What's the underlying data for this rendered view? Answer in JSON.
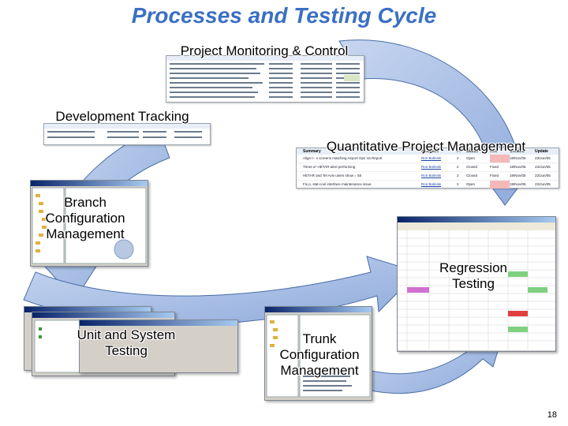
{
  "title": "Processes and Testing Cycle",
  "labels": {
    "project_monitoring": "Project Monitoring & Control",
    "development_tracking": "Development Tracking",
    "quantitative_pm": "Quantitative Project Management",
    "branch_cm_1": "Branch",
    "branch_cm_2": "Configuration",
    "branch_cm_3": "Management",
    "regression_1": "Regression",
    "regression_2": "Testing",
    "unit_system_1": "Unit and System",
    "unit_system_2": "Testing",
    "trunk_cm_1": "Trunk",
    "trunk_cm_2": "Configuration",
    "trunk_cm_3": "Management"
  },
  "qpm_table": {
    "headers": [
      "Summary",
      "Assignee",
      "Pr",
      "Status",
      "Res",
      "Created",
      "Update"
    ],
    "rows": [
      [
        "Align t-- s screens matching Airport Ops Va Report",
        "Ron Bolinski",
        "2",
        "Open",
        "",
        "18/Nov/05",
        "23/Jun/05"
      ],
      [
        "Three a* HETAR-alert performing",
        "Ron Bolinski",
        "2",
        "Closed",
        "Fixed",
        "18/Nov/05",
        "23/Jun/05"
      ],
      [
        "HETAR and Tel Aviv users show = 55",
        "Ron Bolinski",
        "2",
        "Closed",
        "Fixed",
        "18/Nov/05",
        "23/Jun/05"
      ],
      [
        "Fix p, stat-cool interface maintenance issue",
        "Ron Bolinski",
        "2",
        "Open",
        "",
        "18/Nov/05",
        "23/Jun/05"
      ]
    ]
  },
  "page_number": "18",
  "colors": {
    "title": "#3a6fc4",
    "arrow_fill": "#a9bfe6",
    "arrow_stroke": "#4a6fa8",
    "arrow_fill_dark": "#7f9ed4"
  }
}
